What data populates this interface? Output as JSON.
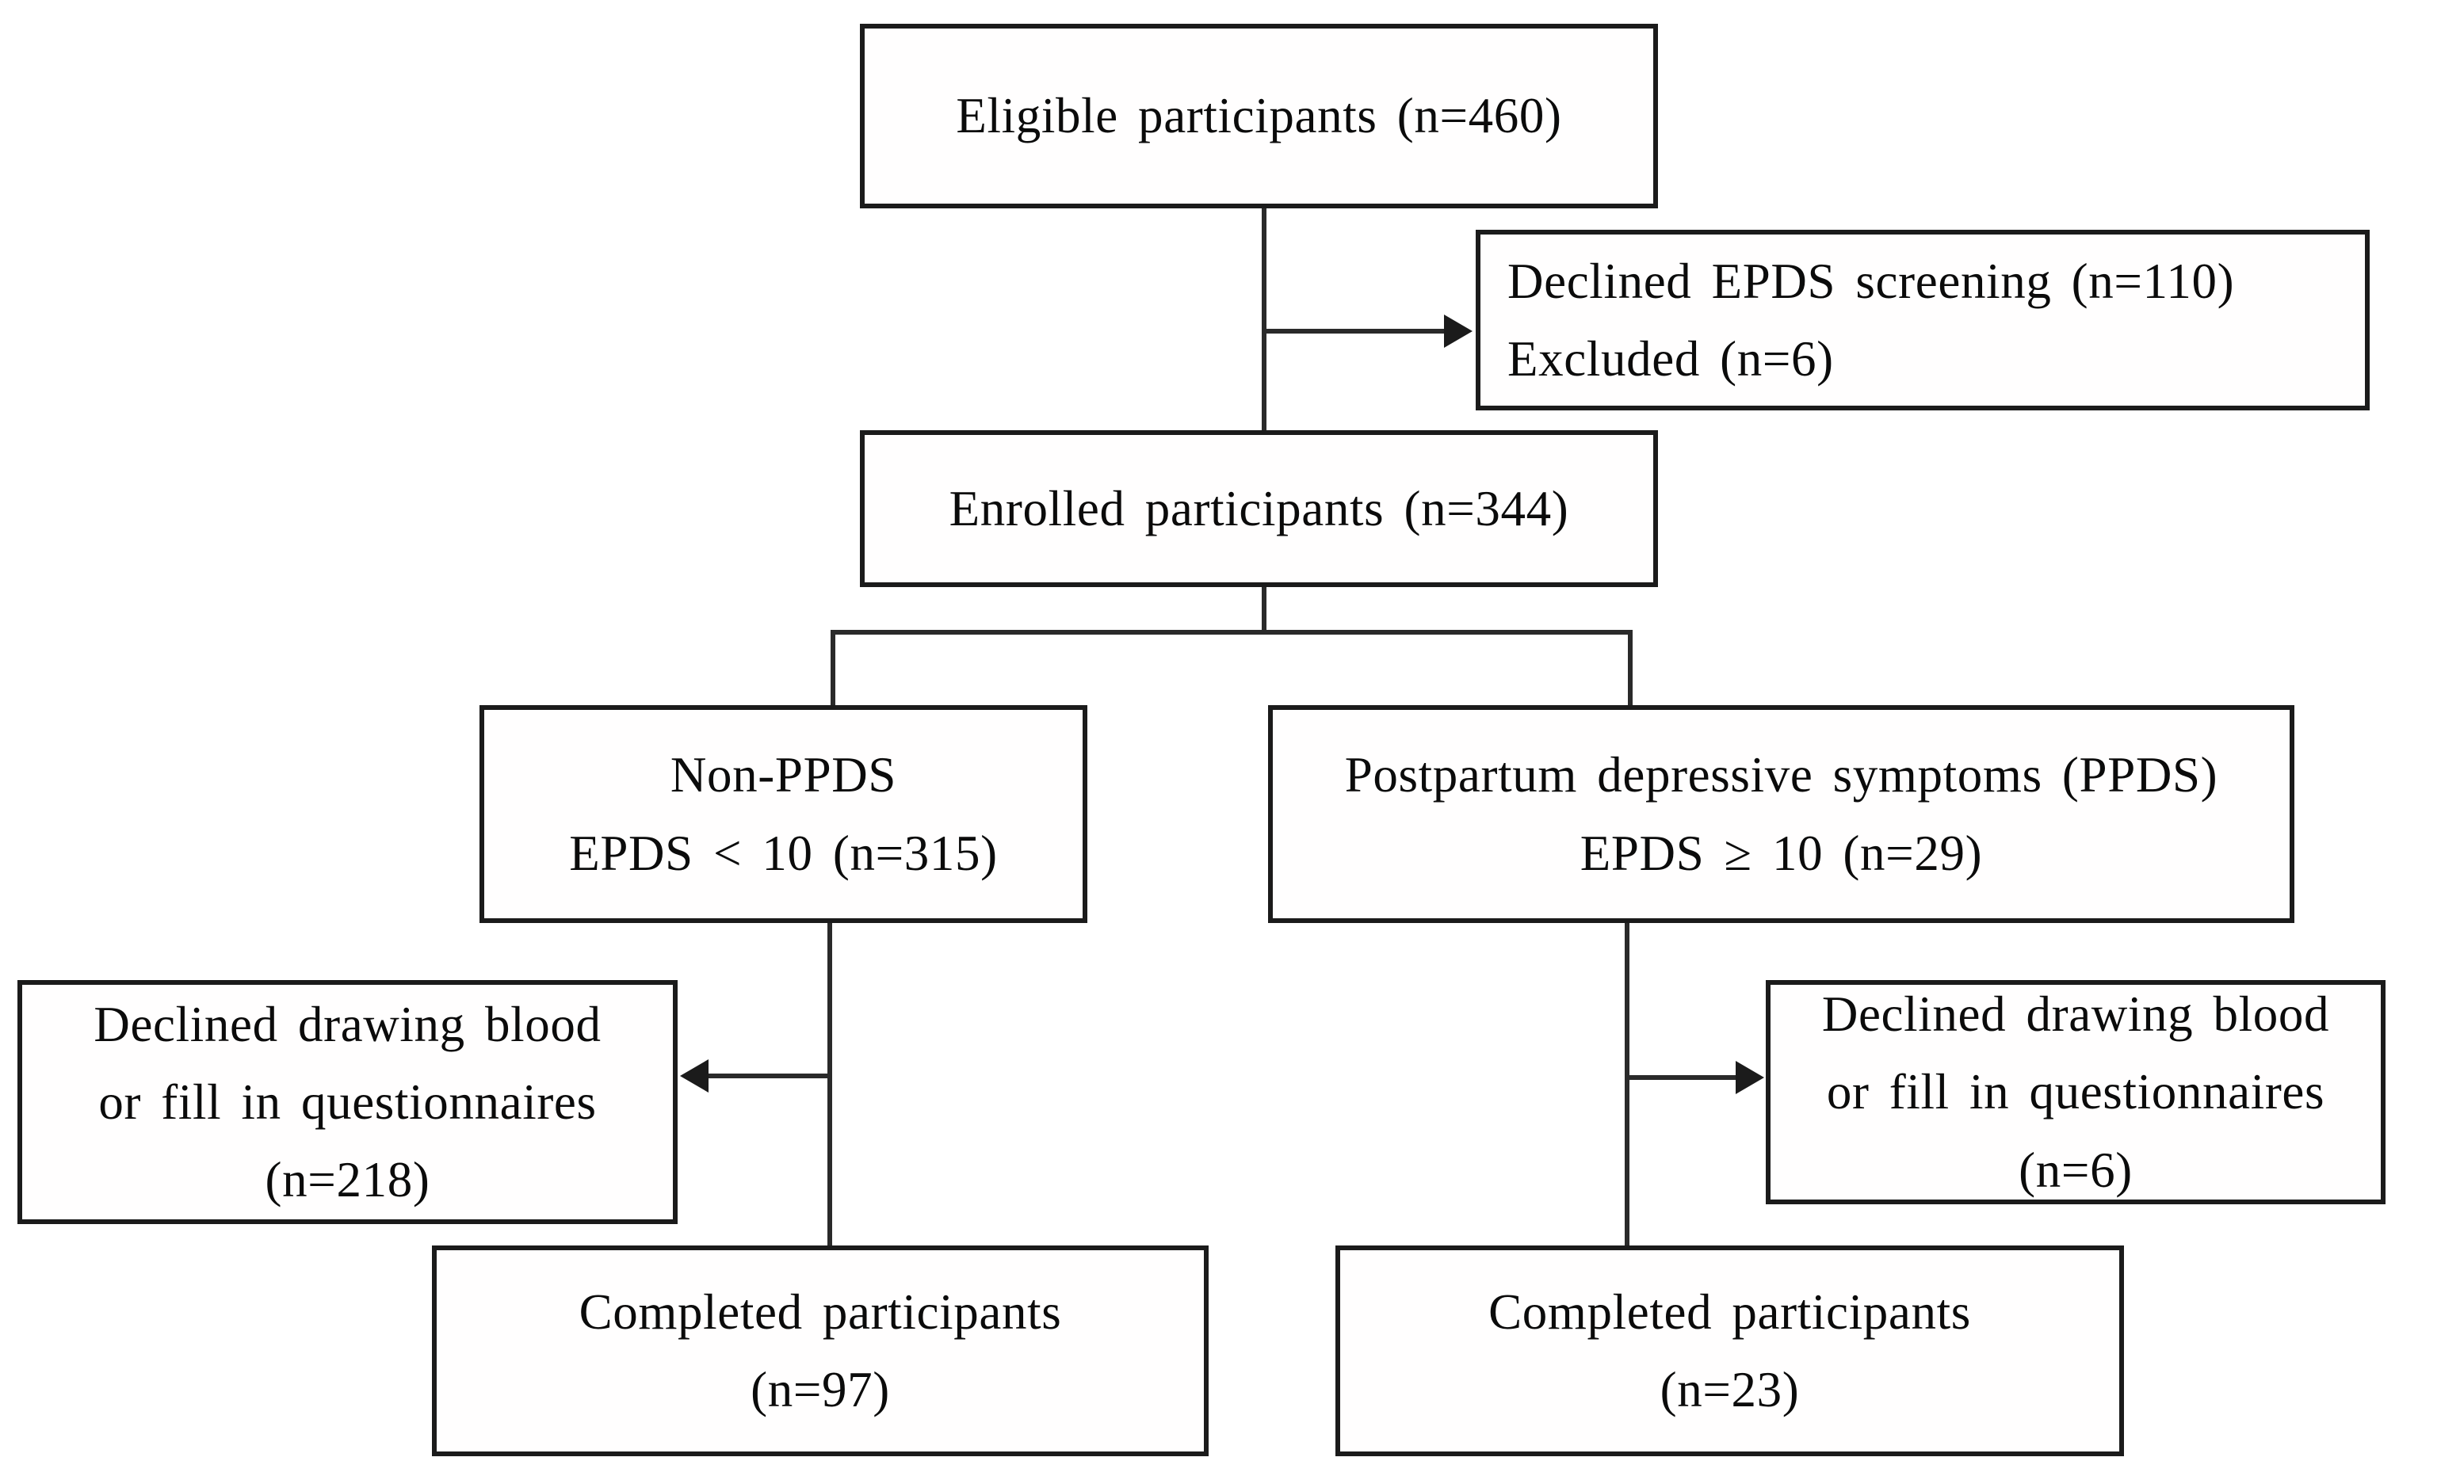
{
  "figure": {
    "type": "flowchart",
    "background_color": "#ffffff",
    "box_border_color": "#1b1b1b",
    "connector_color": "#2a2a2a",
    "text_color": "#0b0b0b",
    "nodes": {
      "eligible": {
        "lines": [
          "Eligible participants (n=460)"
        ]
      },
      "declined_screening": {
        "lines": [
          "Declined EPDS screening (n=110)",
          "Excluded (n=6)"
        ]
      },
      "enrolled": {
        "lines": [
          "Enrolled participants (n=344)"
        ]
      },
      "non_ppds": {
        "lines": [
          "Non-PPDS",
          "EPDS < 10 (n=315)"
        ]
      },
      "ppds": {
        "lines": [
          "Postpartum depressive symptoms (PPDS)",
          "EPDS ≥ 10 (n=29)"
        ]
      },
      "declined_blood_left": {
        "lines": [
          "Declined drawing blood",
          "or fill in questionnaires",
          "(n=218)"
        ]
      },
      "declined_blood_right": {
        "lines": [
          "Declined drawing blood",
          "or fill in questionnaires",
          "(n=6)"
        ]
      },
      "completed_left": {
        "lines": [
          "Completed participants",
          "(n=97)"
        ]
      },
      "completed_right": {
        "lines": [
          "Completed participants",
          "(n=23)"
        ]
      }
    }
  }
}
